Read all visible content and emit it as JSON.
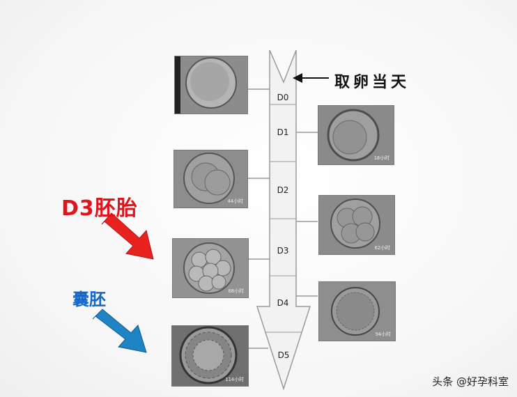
{
  "labels": {
    "d3_embryo": "D3胚胎",
    "blastocyst": "囊胚",
    "retrieval_day": "取卵当天",
    "watermark": "头条 @好孕科室"
  },
  "days": [
    "D0",
    "D1",
    "D2",
    "D3",
    "D4",
    "D5"
  ],
  "photo_tags": {
    "d1": "18小时",
    "d2": "44小时",
    "d3_right": "62小时",
    "d3_left": "68小时",
    "d4": "94小时",
    "d5": "114小时"
  },
  "colors": {
    "d3_text": "#e0141c",
    "blast_text": "#1767c8",
    "red_arrow": "#e8231f",
    "blue_arrow": "#1e84c4",
    "ladder_fill": "#f2f2f2",
    "ladder_stroke": "#9a9a9a"
  }
}
